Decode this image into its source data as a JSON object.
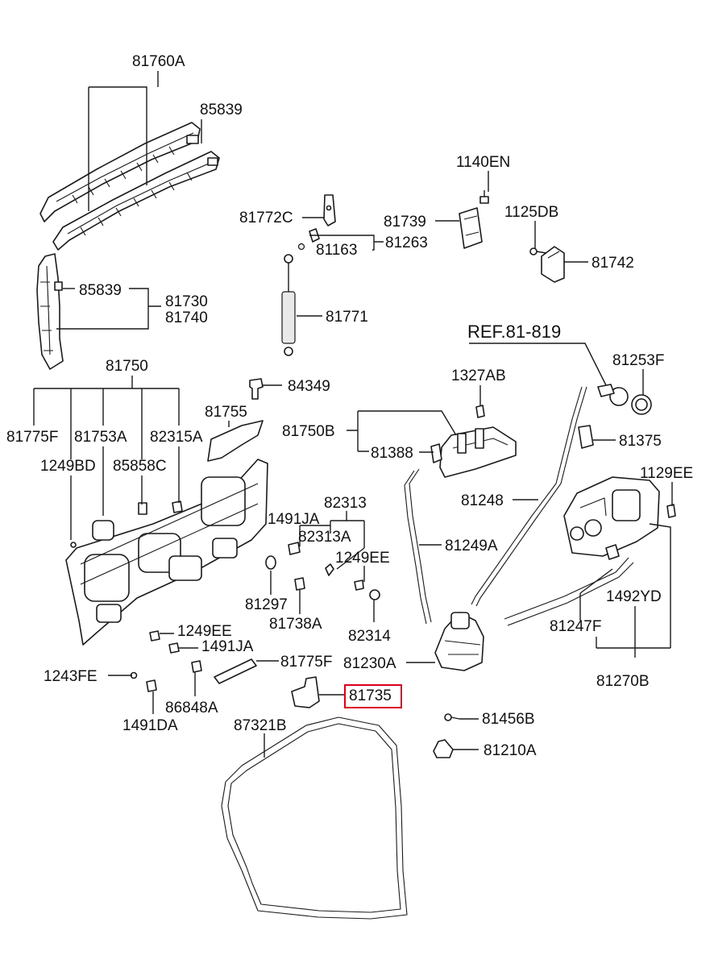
{
  "diagram": {
    "ref_label": "REF.81-819",
    "highlight_color": "#d9001b",
    "parts": {
      "p81760A": "81760A",
      "p85839_top": "85839",
      "p85839_mid": "85839",
      "p81730": "81730",
      "p81740": "81740",
      "p81772C": "81772C",
      "p81163": "81163",
      "p81263": "81263",
      "p81771": "81771",
      "p1140EN": "1140EN",
      "p81739": "81739",
      "p1125DB": "1125DB",
      "p81742": "81742",
      "p81253F": "81253F",
      "p81750": "81750",
      "p84349": "84349",
      "p81755": "81755",
      "p81775F_top": "81775F",
      "p81753A": "81753A",
      "p82315A": "82315A",
      "p1249BD": "1249BD",
      "p85858C": "85858C",
      "p1327AB": "1327AB",
      "p81750B": "81750B",
      "p81388": "81388",
      "p81375": "81375",
      "p1129EE": "1129EE",
      "p81248": "81248",
      "p82313": "82313",
      "p1491JA_top": "1491JA",
      "p82313A": "82313A",
      "p1249EE_mid": "1249EE",
      "p81249A": "81249A",
      "p81297": "81297",
      "p81738A": "81738A",
      "p82314": "82314",
      "p1492YD": "1492YD",
      "p1249EE_low": "1249EE",
      "p1491JA_low": "1491JA",
      "p81247F": "81247F",
      "p81775F_low": "81775F",
      "p81230A": "81230A",
      "p1243FE": "1243FE",
      "p81270B": "81270B",
      "p86848A": "86848A",
      "p81735": "81735",
      "p1491DA": "1491DA",
      "p87321B": "87321B",
      "p81456B": "81456B",
      "p81210A": "81210A"
    }
  }
}
